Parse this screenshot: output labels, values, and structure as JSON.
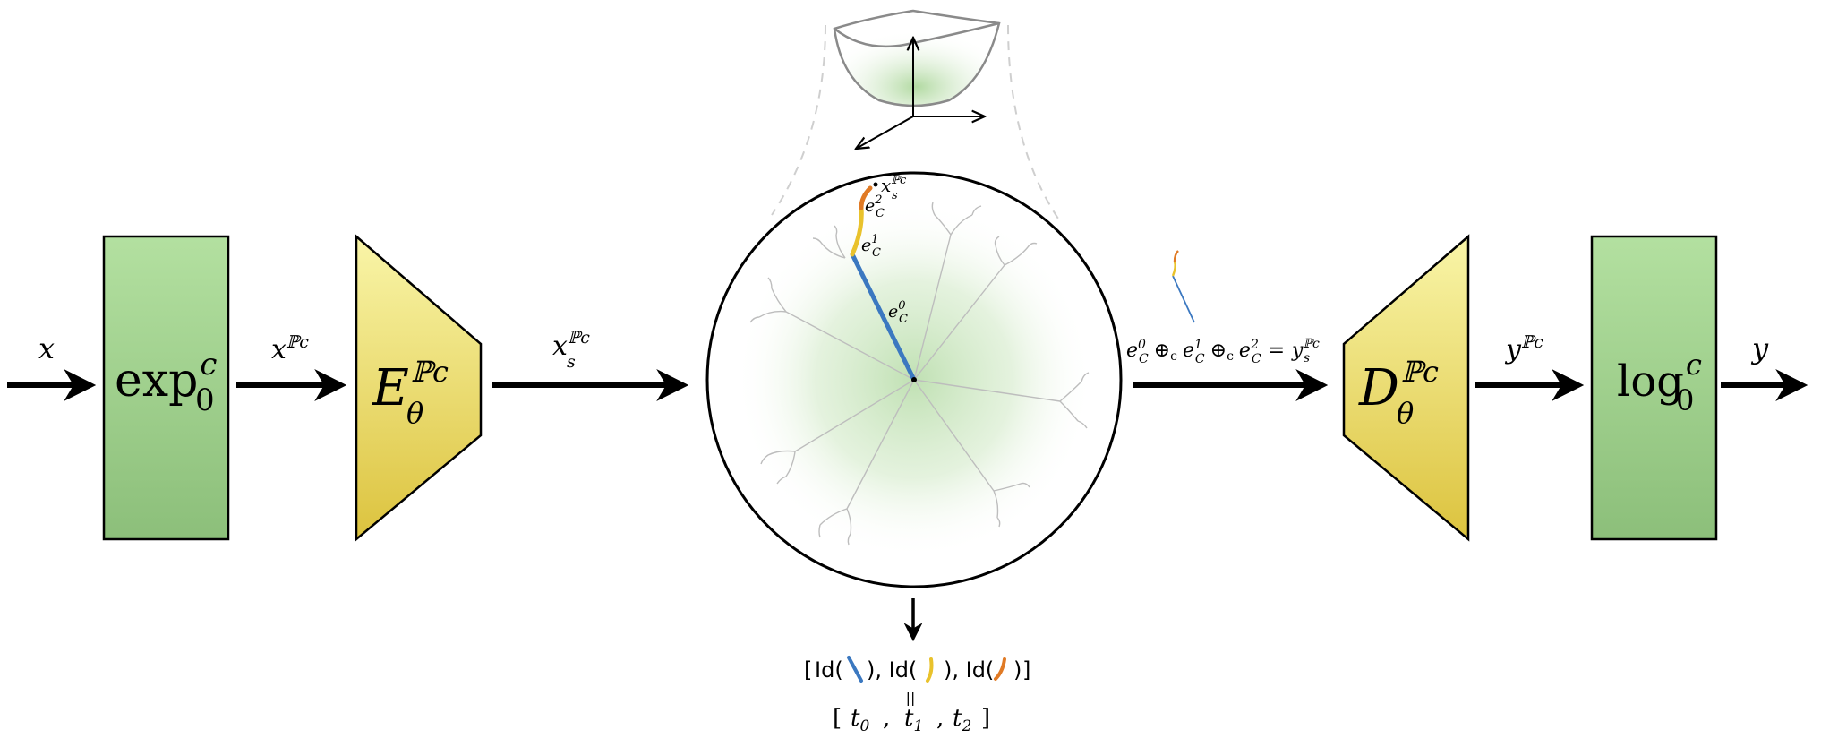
{
  "colors": {
    "green_box_top": "#b3e0a0",
    "green_box_bottom": "#8cbf7a",
    "yellow_top": "#f9f5a8",
    "yellow_bottom": "#dcc33e",
    "blue_segment": "#3b78c0",
    "yellow_segment": "#e9c22c",
    "orange_segment": "#e07a25",
    "disk_glow": "#9ed08a"
  },
  "blocks": {
    "exp": {
      "base": "exp",
      "sup": "c",
      "sub": "0"
    },
    "encoder": {
      "base": "E",
      "sup": "ℙc",
      "sub": "θ"
    },
    "decoder": {
      "base": "D",
      "sup": "ℙc",
      "sub": "θ"
    },
    "log": {
      "base": "log",
      "sup": "c",
      "sub": "0"
    }
  },
  "arrows": {
    "input": {
      "base": "x"
    },
    "after_exp": {
      "base": "x",
      "sup": "ℙc"
    },
    "after_encoder": {
      "base": "x",
      "sub": "s",
      "sup": "ℙc"
    },
    "after_decoder": {
      "base": "y",
      "sup": "ℙc"
    },
    "output": {
      "base": "y"
    }
  },
  "disk_labels": {
    "point": {
      "base": "x",
      "sub": "s",
      "sup": "ℙc"
    },
    "e2": {
      "base": "e",
      "sub": "C",
      "sup": "2"
    },
    "e1": {
      "base": "e",
      "sub": "C",
      "sup": "1"
    },
    "e0": {
      "base": "e",
      "sub": "C",
      "sup": "0"
    }
  },
  "sum_equation": {
    "t0": "e",
    "t0_sub": "C",
    "t0_sup": "0",
    "op1": "⊕",
    "op1_sub": "c",
    "t1": "e",
    "t1_sub": "C",
    "t1_sup": "1",
    "op2": "⊕",
    "op2_sub": "c",
    "t2": "e",
    "t2_sub": "C",
    "t2_sup": "2",
    "eq": "=",
    "rhs": "y",
    "rhs_sub": "s",
    "rhs_sup": "ℙc"
  },
  "id_list": {
    "open": "[",
    "items": [
      "Id(",
      "), Id(",
      "), Id(",
      ")"
    ],
    "close": "]",
    "equals": "||"
  },
  "t_list": {
    "open": "[",
    "items": [
      {
        "base": "t",
        "sub": "0"
      },
      {
        "base": "t",
        "sub": "1"
      },
      {
        "base": "t",
        "sub": "2"
      }
    ],
    "sep": ",",
    "close": "]"
  }
}
